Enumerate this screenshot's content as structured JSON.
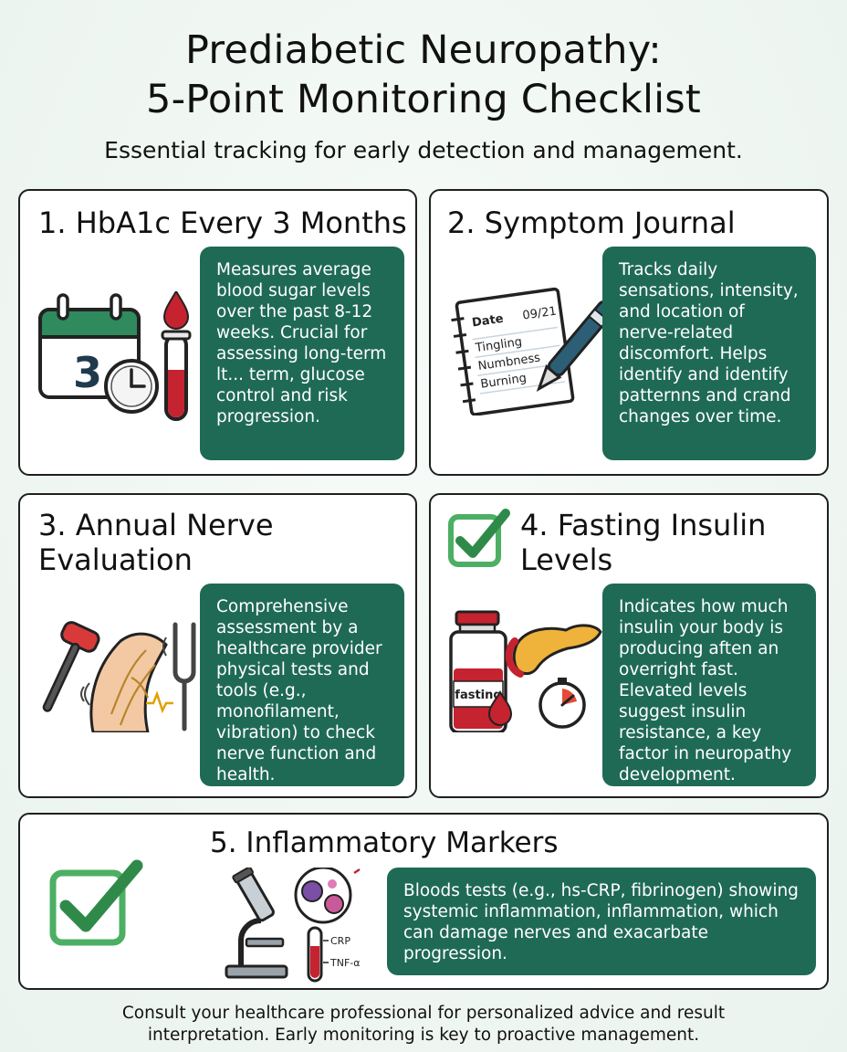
{
  "header": {
    "title_line1": "Prediabetic Neuropathy:",
    "title_line2": "5-Point Monitoring Checklist",
    "subtitle": "Essential tracking for early detection and management."
  },
  "cards": [
    {
      "title": "1. HbA1c Every 3 Months",
      "description": "Measures average blood sugar levels over the past 8-12 weeks. Crucial for assessing long-term lt... term, glucose control and risk progression.",
      "calendar_number": "3"
    },
    {
      "title": "2. Symptom Journal",
      "description": "Tracks daily sensations, intensity, and location of nerve-related discomfort. Helps identify and identify patternns and crand changes over time.",
      "journal": {
        "date_label": "Date",
        "date_value": "09/21",
        "entries": [
          "Tingling",
          "Numbness",
          "Burning"
        ]
      }
    },
    {
      "title_line1": "3. Annual Nerve",
      "title_line2": "Evaluation",
      "description": "Comprehensive assessment by a healthcare provider physical tests and tools (e.g., monofilament, vibration) to check nerve function and health."
    },
    {
      "title_line1": "4. Fasting Insulin",
      "title_line2": "Levels",
      "description": "Indicates how much insulin your body is producing aften an overright fast. Elevated levels suggest insulin resistance, a key factor in neuropathy development.",
      "vial_label": "fasting"
    },
    {
      "title": "5. Inflammatory Markers",
      "description": "Bloods tests (e.g., hs‑CRP, fibrinogen) showing systemic inflammation, inflammation, which can damage nerves and exacarbate progression.",
      "tube_labels": [
        "CRP",
        "TNF-α"
      ]
    }
  ],
  "footer": {
    "line1": "Consult your healthcare professional for personalized advice and result",
    "line2": "interpretation. Early monitoring is key to proactive management."
  },
  "colors": {
    "panel_green": "#1f6a55",
    "check_green": "#4caf64",
    "blood_red": "#c4232f"
  }
}
